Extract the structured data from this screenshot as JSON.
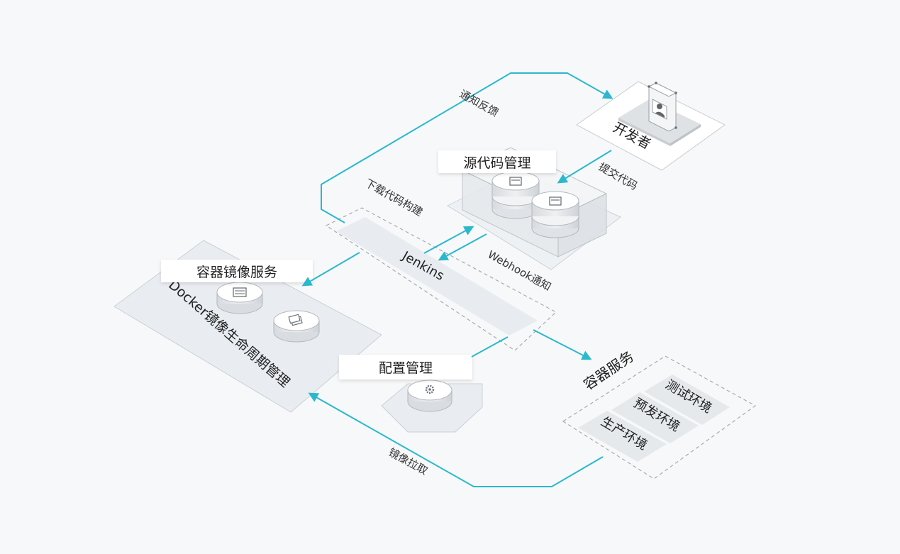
{
  "nodes": {
    "developer": "开发者",
    "source_control": "源代码管理",
    "jenkins": "Jenkins",
    "registry_service": "容器镜像服务",
    "docker_lifecycle": "Docker镜像生命周期管理",
    "config_management": "配置管理",
    "container_service": "容器服务",
    "env_test": "测试环境",
    "env_staging": "预发环境",
    "env_prod": "生产环境"
  },
  "edges": {
    "notify_feedback": "通知反馈",
    "commit_code": "提交代码",
    "download_build": "下载代码构建",
    "webhook_notify": "Webhook通知",
    "image_pull": "镜像拉取"
  },
  "colors": {
    "accent": "#2bb8cc",
    "panel": "#e9edf1",
    "outline": "#c4c8cc",
    "text": "#222222"
  }
}
